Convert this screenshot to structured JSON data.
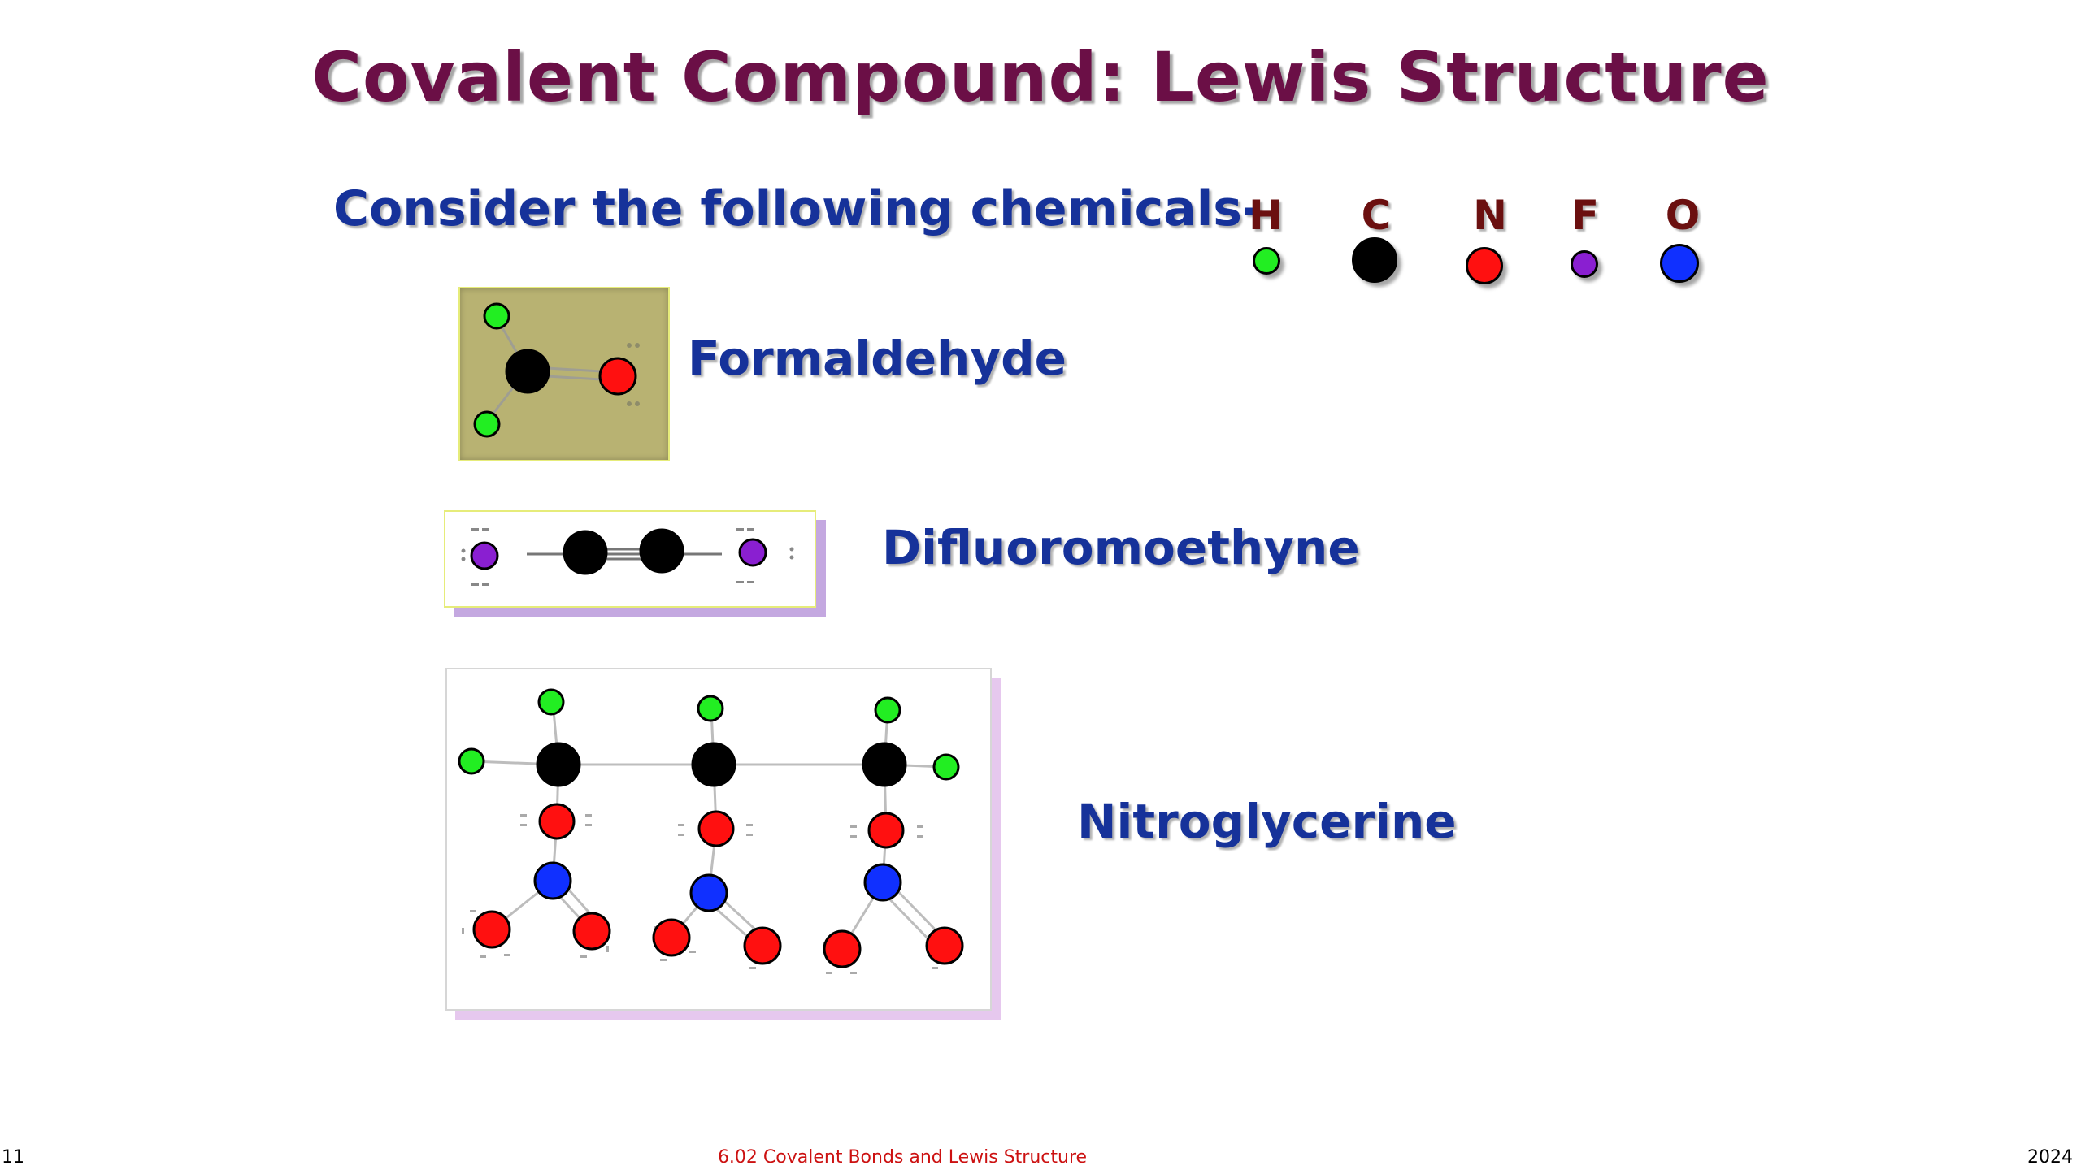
{
  "slide": {
    "title": "Covalent Compound: Lewis Structure",
    "subtitle": "Consider the following chemicals-"
  },
  "legend": [
    {
      "symbol": "H",
      "color": "#22ee22"
    },
    {
      "symbol": "C",
      "color": "#000000"
    },
    {
      "symbol": "N",
      "color": "#ff1010"
    },
    {
      "symbol": "F",
      "color": "#8a1fd1"
    },
    {
      "symbol": "O",
      "color": "#1030ff"
    }
  ],
  "compounds": [
    {
      "name": "Formaldehyde"
    },
    {
      "name": "Difluoromoethyne"
    },
    {
      "name": "Nitroglycerine"
    }
  ],
  "footer": {
    "slide_number": "11",
    "caption": "6.02 Covalent Bonds and Lewis Structure",
    "year": "2024"
  }
}
